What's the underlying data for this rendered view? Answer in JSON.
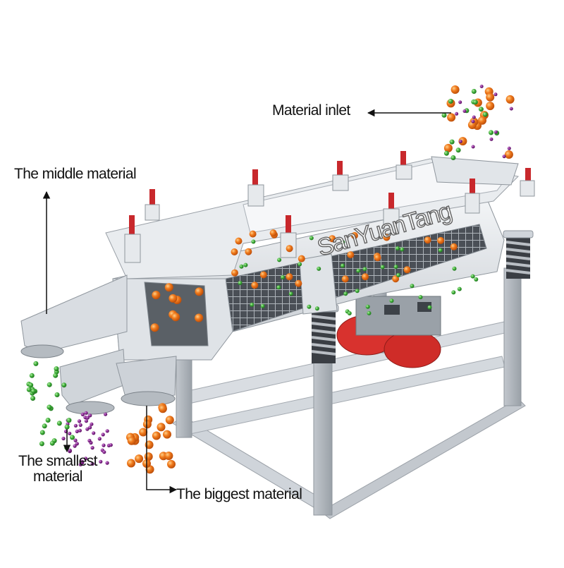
{
  "labels": {
    "material_inlet": "Material inlet",
    "middle_material": "The middle material",
    "smallest_material_line1": "The smallest",
    "smallest_material_line2": "material",
    "biggest_material": "The biggest material"
  },
  "watermark": "SanYuanTang",
  "colors": {
    "big_particle": "#f07a1c",
    "middle_particle": "#3fae3a",
    "small_particle": "#8a2b92",
    "frame": "#d7dbe0",
    "motor": "#d8322e",
    "arrow": "#111111"
  }
}
